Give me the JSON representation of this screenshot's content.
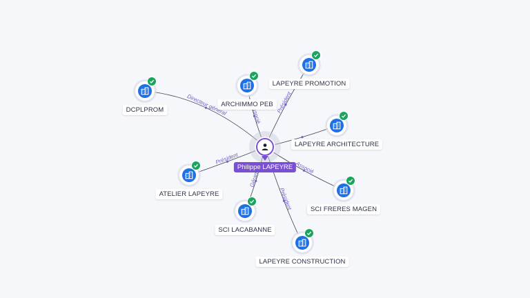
{
  "center": {
    "name": "Philippe LAPEYRE"
  },
  "companies": [
    {
      "id": "dcplprom",
      "name": "DCPLPROM",
      "relation": "Directeur général"
    },
    {
      "id": "archimmo",
      "name": "ARCHIMMO PEB",
      "relation": "Associé"
    },
    {
      "id": "promotion",
      "name": "LAPEYRE PROMOTION",
      "relation": "Président"
    },
    {
      "id": "architecture",
      "name": "LAPEYRE ARCHITECTURE",
      "relation": ""
    },
    {
      "id": "atelier",
      "name": "ATELIER LAPEYRE",
      "relation": "Président"
    },
    {
      "id": "freres",
      "name": "SCI FRERES MAGEN",
      "relation": "Associé"
    },
    {
      "id": "lacabanne",
      "name": "SCI LACABANNE",
      "relation": "Gérant"
    },
    {
      "id": "construction",
      "name": "LAPEYRE CONSTRUCTION",
      "relation": "Président"
    }
  ],
  "colors": {
    "company": "#1f6fe5",
    "verified": "#1aa55e",
    "person": "#7a4fd6",
    "edge": "#3d4256",
    "edge_label": "#6b63c8"
  },
  "icons": {
    "company": "building-icon",
    "verified": "check-icon",
    "person": "person-icon"
  }
}
